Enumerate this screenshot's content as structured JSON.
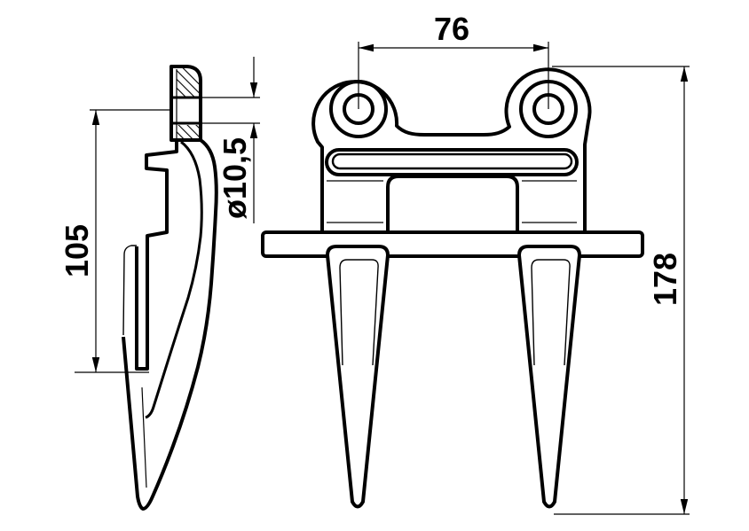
{
  "drawing": {
    "background": "#ffffff",
    "ink": "#000000",
    "dimensions": {
      "hole_spacing": {
        "label": "76"
      },
      "total_height": {
        "label": "178"
      },
      "blade_height": {
        "label": "105"
      },
      "hole_diameter": {
        "label": "ø10,5"
      }
    }
  }
}
